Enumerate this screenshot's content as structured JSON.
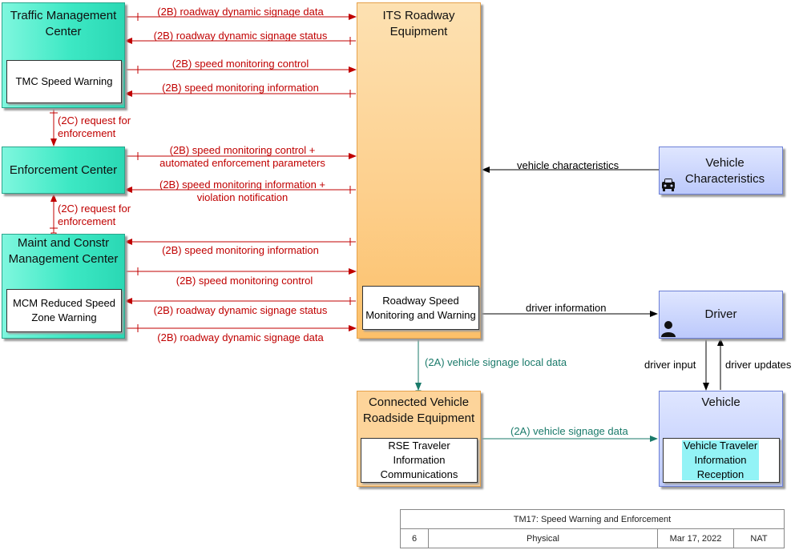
{
  "nodes": {
    "tmc": {
      "title": "Traffic Management Center",
      "inner": "TMC Speed Warning"
    },
    "enforcement": {
      "title": "Enforcement Center"
    },
    "mcm": {
      "title": "Maint and Constr Management Center",
      "inner": "MCM Reduced Speed Zone Warning"
    },
    "its": {
      "title": "ITS Roadway Equipment",
      "inner": "Roadway Speed Monitoring and Warning"
    },
    "vehicle_char": {
      "title": "Vehicle Characteristics"
    },
    "driver": {
      "title": "Driver"
    },
    "cvre": {
      "title": "Connected Vehicle Roadside Equipment",
      "inner": "RSE Traveler Information Communications"
    },
    "vehicle": {
      "title": "Vehicle",
      "inner": "Vehicle Traveler Information Reception"
    }
  },
  "flows": {
    "f1": "(2B) roadway dynamic signage data",
    "f2": "(2B) roadway dynamic signage status",
    "f3": "(2B) speed monitoring control",
    "f4": "(2B) speed monitoring information",
    "f5": "(2C) request for enforcement",
    "f6": "(2B) speed monitoring control + automated enforcement parameters",
    "f7": "(2B) speed monitoring information + violation notification",
    "f8": "(2C) request for enforcement",
    "f9": "(2B) speed monitoring information",
    "f10": "(2B) speed monitoring control",
    "f11": "(2B) roadway dynamic signage status",
    "f12": "(2B) roadway dynamic signage data",
    "f13": "vehicle characteristics",
    "f14": "driver information",
    "f15": "(2A) vehicle signage local data",
    "f16": "driver input",
    "f17": "driver updates",
    "f18": "(2A) vehicle signage data"
  },
  "titleblock": {
    "title": "TM17: Speed Warning and Enforcement",
    "number": "6",
    "view": "Physical",
    "date": "Mar 17, 2022",
    "org": "NAT"
  },
  "icons": [
    "car-icon",
    "person-icon"
  ],
  "colors": {
    "red_flow": "#c00000",
    "green_flow": "#1a7a6a",
    "black_flow": "#000000"
  }
}
